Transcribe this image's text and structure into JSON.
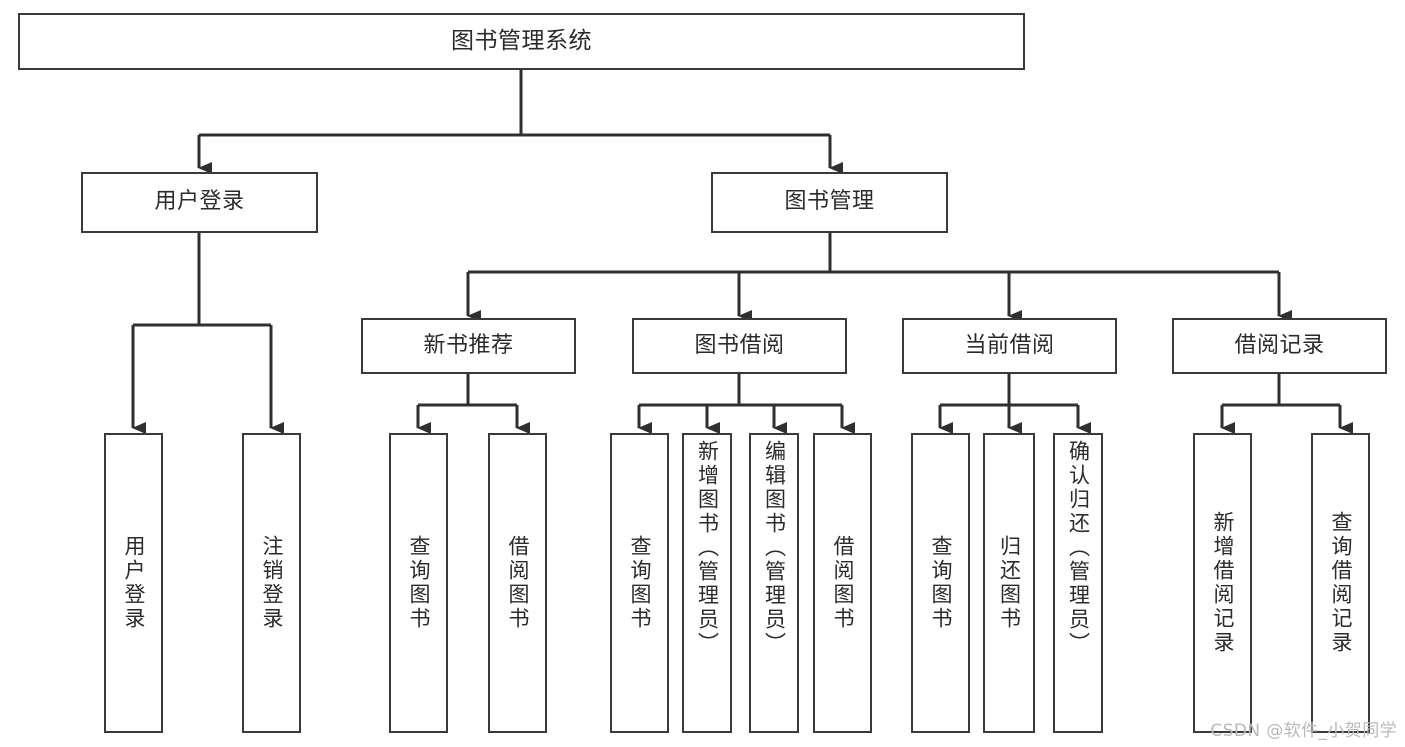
{
  "diagram": {
    "type": "tree-hierarchy",
    "title": "图书管理系统",
    "watermark": "CSDN @软件_小贺同学",
    "colors": {
      "box_border": "#3a3a3c",
      "box_fill": "#ffffff",
      "text": "#2b2b2d",
      "connector": "#2f2f31",
      "watermark": "#b9b9bb",
      "background": "#ffffff"
    },
    "nodes": {
      "root": {
        "label": "图书管理系统"
      },
      "level1": [
        {
          "id": "user-login",
          "label": "用户登录"
        },
        {
          "id": "book-manage",
          "label": "图书管理"
        }
      ],
      "level2": [
        {
          "id": "new-book-recommend",
          "label": "新书推荐"
        },
        {
          "id": "book-borrow",
          "label": "图书借阅"
        },
        {
          "id": "current-borrow",
          "label": "当前借阅"
        },
        {
          "id": "borrow-record",
          "label": "借阅记录"
        }
      ],
      "leaves": {
        "user_login": [
          {
            "id": "leaf-user-login",
            "label": "用户登录"
          },
          {
            "id": "leaf-logout-login",
            "label": "注销登录"
          }
        ],
        "new_book_recommend": [
          {
            "id": "leaf-query-book-1",
            "label": "查询图书"
          },
          {
            "id": "leaf-borrow-book-1",
            "label": "借阅图书"
          }
        ],
        "book_borrow": [
          {
            "id": "leaf-query-book-2",
            "label": "查询图书"
          },
          {
            "id": "leaf-add-book",
            "label": "新增图书（管理员）"
          },
          {
            "id": "leaf-edit-book",
            "label": "编辑图书（管理员）"
          },
          {
            "id": "leaf-borrow-book-2",
            "label": "借阅图书"
          }
        ],
        "current_borrow": [
          {
            "id": "leaf-query-book-3",
            "label": "查询图书"
          },
          {
            "id": "leaf-return-book",
            "label": "归还图书"
          },
          {
            "id": "leaf-confirm-return",
            "label": "确认归还（管理员）"
          }
        ],
        "borrow_record": [
          {
            "id": "leaf-add-record",
            "label": "新增借阅记录"
          },
          {
            "id": "leaf-query-record",
            "label": "查询借阅记录"
          }
        ]
      }
    }
  }
}
